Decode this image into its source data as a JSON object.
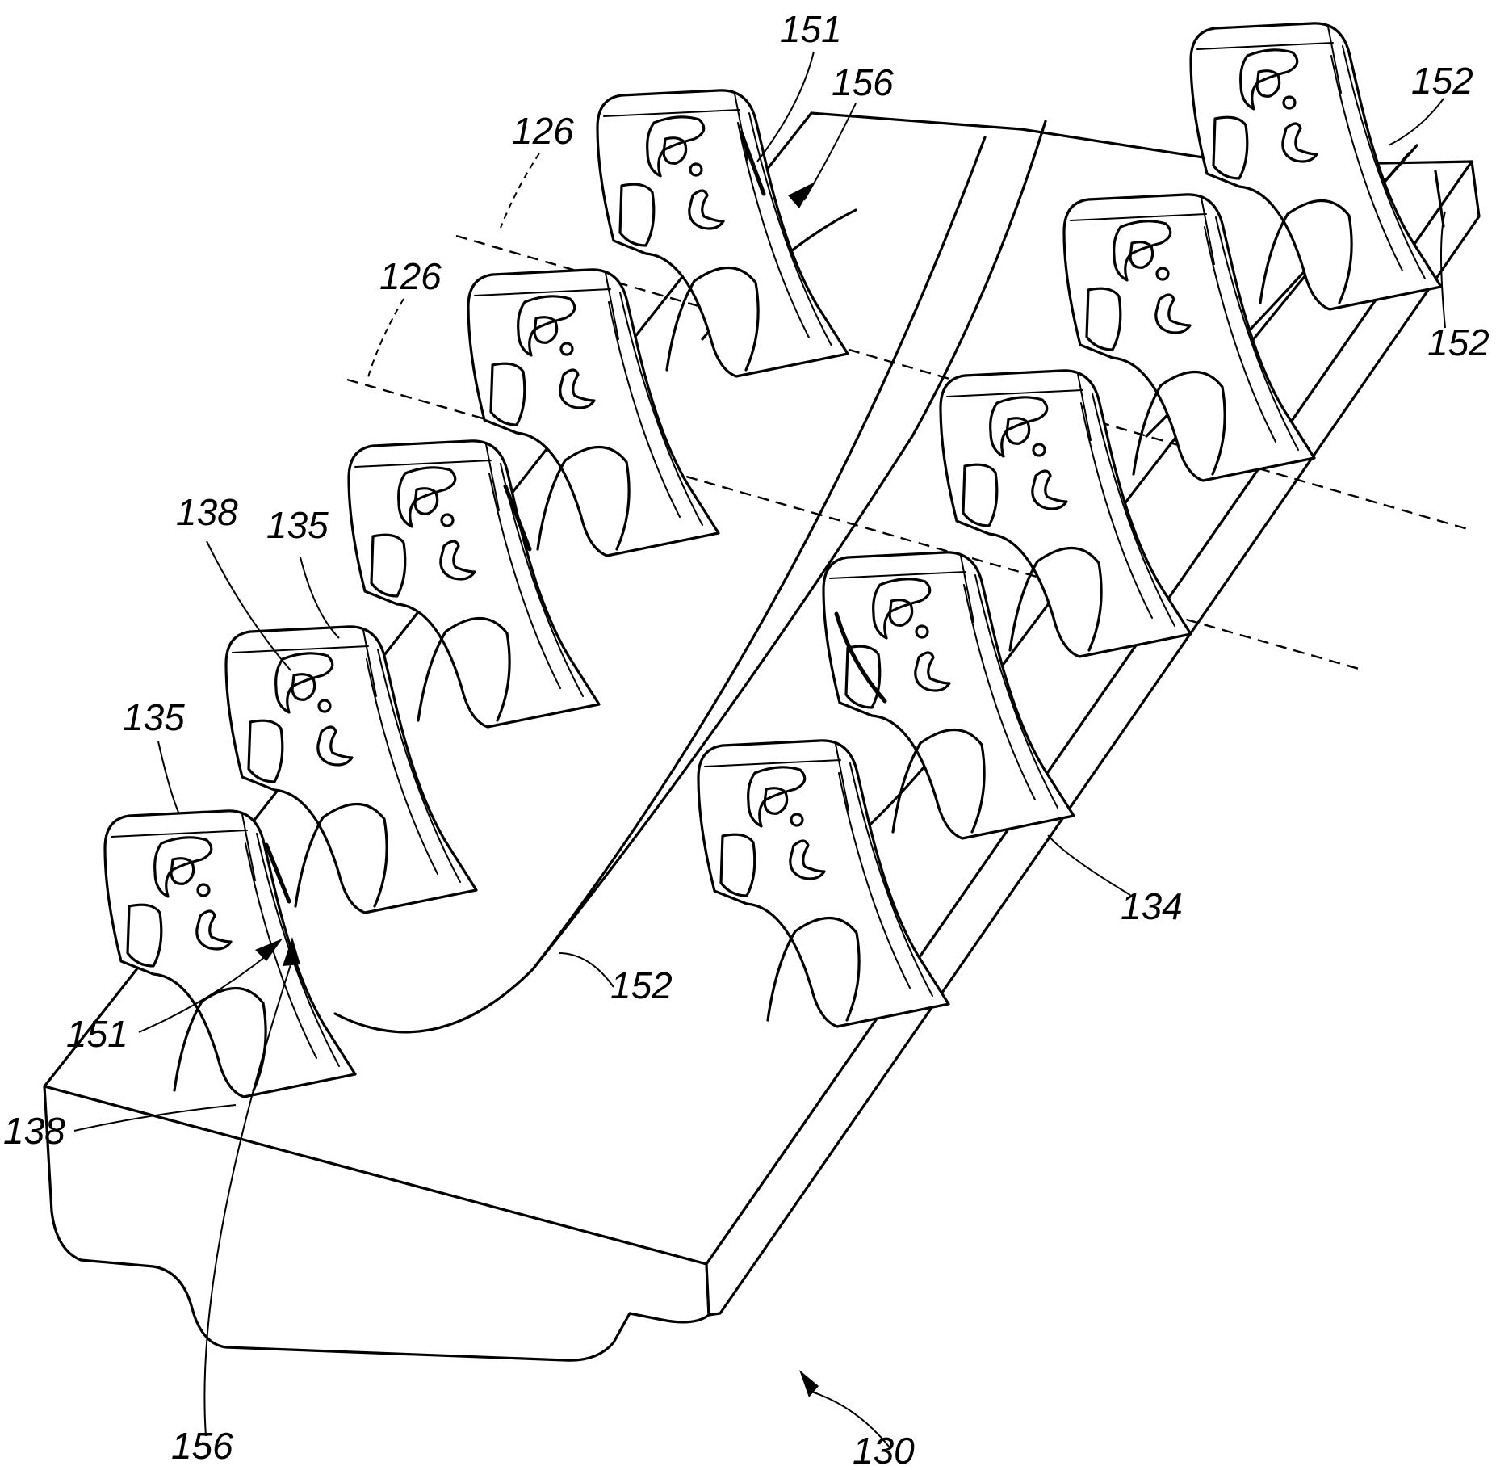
{
  "figure": {
    "reference_numerals": {
      "r151_top": "151",
      "r156_top": "156",
      "r126_upper": "126",
      "r126_lower": "126",
      "r152_top_right": "152",
      "r152_right": "152",
      "r138_left": "138",
      "r135_upper": "135",
      "r135_lower": "135",
      "r151_left": "151",
      "r152_center": "152",
      "r134": "134",
      "r138_bottom": "138",
      "r156_bottom": "156",
      "r130": "130"
    }
  }
}
